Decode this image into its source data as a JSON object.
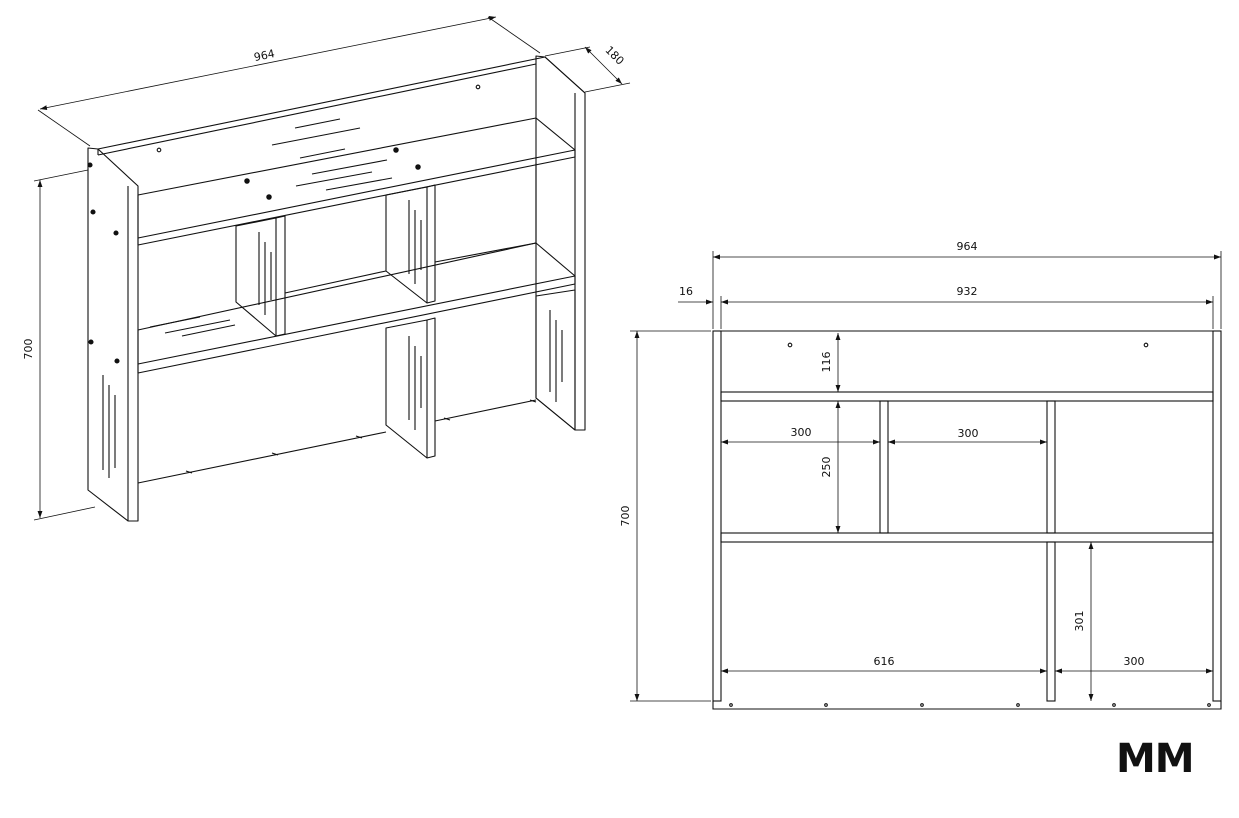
{
  "iso": {
    "width": "964",
    "depth": "180",
    "height": "700"
  },
  "front": {
    "width_total": "964",
    "width_inner": "932",
    "panel_thickness": "16",
    "height_total": "700",
    "top_compartment": "116",
    "shelf_gap": "250",
    "bottom_gap": "301",
    "cell_left": "300",
    "cell_middle": "300",
    "bottom_left": "616",
    "bottom_right": "300"
  },
  "logo": "MM"
}
